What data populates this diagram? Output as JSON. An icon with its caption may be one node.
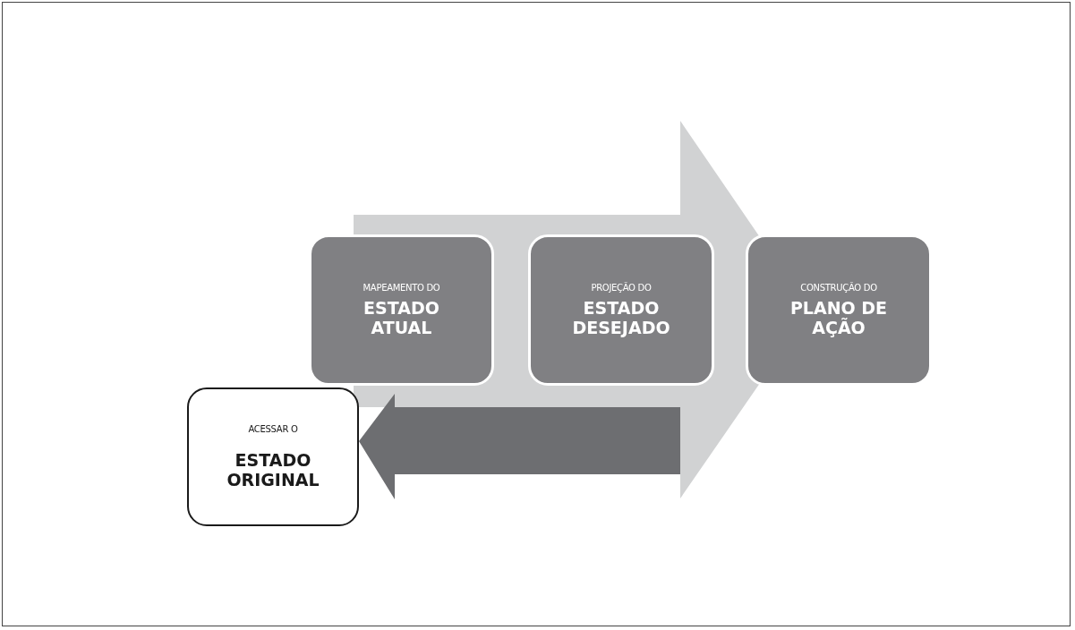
{
  "diagram": {
    "nodes": [
      {
        "text": [
          "MAPEAMENTO DO",
          "ESTADO ATUAL"
        ]
      },
      {
        "text": [
          "PROJEÇÃO DO",
          "ESTADO DESEJADO"
        ]
      },
      {
        "text": [
          "CONSTRUÇÃO DO",
          "PLANO DE AÇÃO"
        ]
      },
      {
        "text": [
          "ACESSAR O",
          "ESTADO ORIGINAL"
        ]
      }
    ],
    "edges": [
      {
        "from": 0,
        "to": 2,
        "arrow": "to",
        "style": "thick",
        "color": "#d1d2d3"
      },
      {
        "from": null,
        "to": 3,
        "arrow": "to",
        "style": "thick",
        "color": "#6d6e71"
      }
    ]
  }
}
